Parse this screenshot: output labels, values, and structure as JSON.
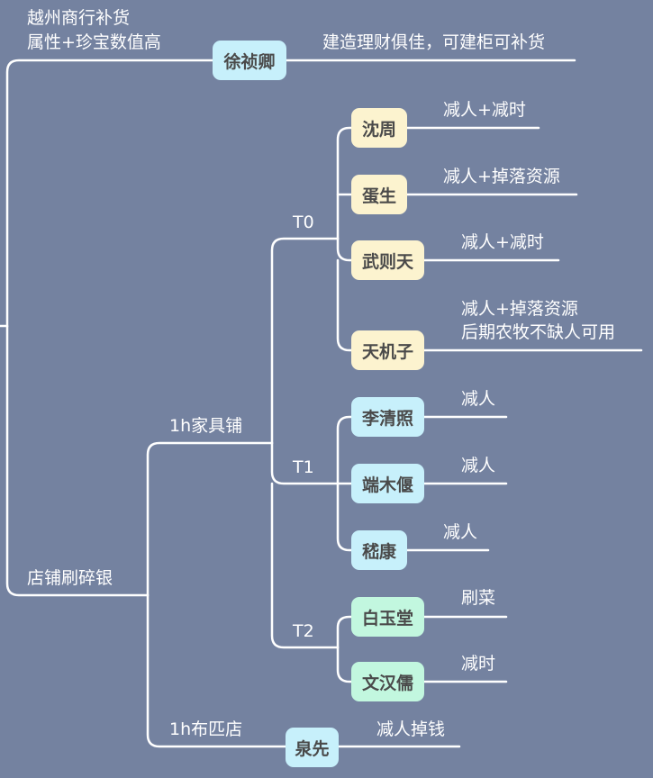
{
  "root": {
    "branches": [
      {
        "label_lines": [
          "越州商行补货",
          "属性+珍宝数值高"
        ],
        "node": "徐祯卿",
        "note": "建造理财俱佳，可建柜可补货"
      },
      {
        "label": "店铺刷碎银",
        "children": [
          {
            "label": "1h家具铺",
            "tiers": [
              {
                "label": "T0",
                "items": [
                  {
                    "name": "沈周",
                    "note_lines": [
                      "减人+减时"
                    ]
                  },
                  {
                    "name": "蛋生",
                    "note_lines": [
                      "减人+掉落资源"
                    ]
                  },
                  {
                    "name": "武则天",
                    "note_lines": [
                      "减人+减时"
                    ]
                  },
                  {
                    "name": "天机子",
                    "note_lines": [
                      "减人+掉落资源",
                      "后期农牧不缺人可用"
                    ]
                  }
                ]
              },
              {
                "label": "T1",
                "items": [
                  {
                    "name": "李清照",
                    "note_lines": [
                      "减人"
                    ]
                  },
                  {
                    "name": "端木偃",
                    "note_lines": [
                      "减人"
                    ]
                  },
                  {
                    "name": "嵇康",
                    "note_lines": [
                      "减人"
                    ]
                  }
                ]
              },
              {
                "label": "T2",
                "items": [
                  {
                    "name": "白玉堂",
                    "note_lines": [
                      "刷菜"
                    ]
                  },
                  {
                    "name": "文汉儒",
                    "note_lines": [
                      "减时"
                    ]
                  }
                ]
              }
            ]
          },
          {
            "label": "1h布匹店",
            "node": "泉先",
            "note": "减人掉钱"
          }
        ]
      }
    ]
  },
  "colors": {
    "background": "#7482a0",
    "line": "#ffffff",
    "node_blue": "#c7f0fb",
    "node_yellow": "#fcf3cf",
    "node_green": "#c2f7df"
  }
}
